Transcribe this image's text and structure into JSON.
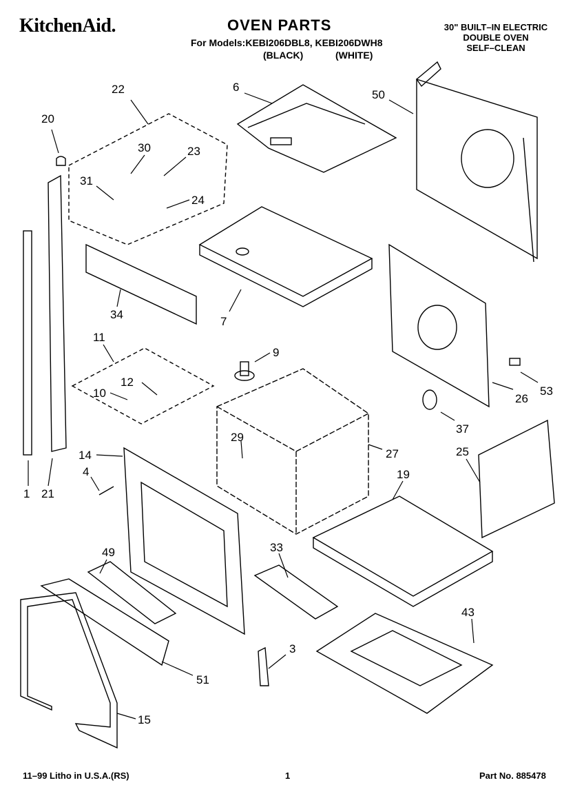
{
  "header": {
    "brand": "KitchenAid.",
    "title": "OVEN PARTS",
    "models_line": "For Models:KEBI206DBL8, KEBI206DWH8",
    "variant_black": "(BLACK)",
    "variant_white": "(WHITE)",
    "description": [
      "30\" BUILT–IN ELECTRIC",
      "DOUBLE OVEN",
      "SELF–CLEAN"
    ]
  },
  "callouts": [
    "22",
    "6",
    "50",
    "20",
    "30",
    "23",
    "31",
    "24",
    "34",
    "7",
    "11",
    "9",
    "12",
    "10",
    "53",
    "26",
    "37",
    "14",
    "29",
    "27",
    "4",
    "25",
    "19",
    "1",
    "21",
    "49",
    "33",
    "43",
    "3",
    "51",
    "15"
  ],
  "footer": {
    "litho": "11–99 Litho in U.S.A.(RS)",
    "page": "1",
    "part_no": "Part No. 885478"
  }
}
